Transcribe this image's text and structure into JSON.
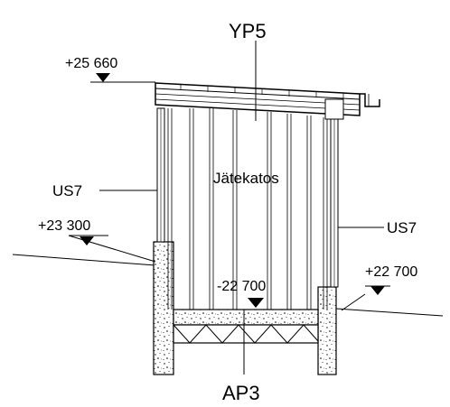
{
  "labels": {
    "top_code": "YP5",
    "bottom_code": "AP3",
    "room_name": "Jätekatos",
    "wall_left": "US7",
    "wall_right": "US7"
  },
  "levels": {
    "roof_top": "+25 660",
    "ground_left": "+23 300",
    "floor": "-22 700",
    "ground_right": "+22 700"
  },
  "colors": {
    "line": "#000000",
    "background": "#ffffff"
  }
}
